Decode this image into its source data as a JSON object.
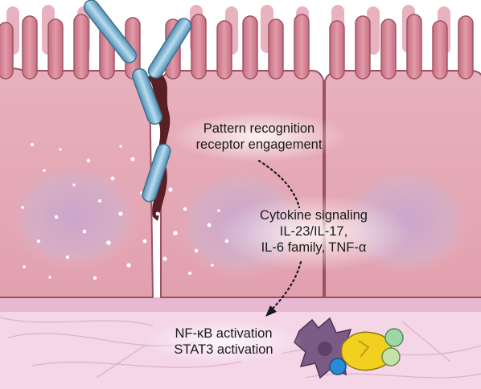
{
  "labels": {
    "pattern_recognition": [
      "Pattern recognition",
      "receptor engagement"
    ],
    "cytokine": [
      "Cytokine signaling",
      "IL-23/IL-17,",
      "IL-6 family, TNF-α"
    ],
    "activation": [
      "NF-κB activation",
      "STAT3 activation"
    ]
  },
  "colors": {
    "cell_body": "#e6a9b5",
    "cell_outline": "#9c5161",
    "nucleus": "#c9a3c7",
    "microvilli": "#cf7f8f",
    "bacteria": "#7db8d8",
    "lamina_propria": "#f3d3e6",
    "gap": "#5a1f25"
  },
  "icons": [
    "y-shaped-bacteria",
    "rod-bacterium",
    "dendritic-cell",
    "macrophage",
    "lymphocyte"
  ]
}
